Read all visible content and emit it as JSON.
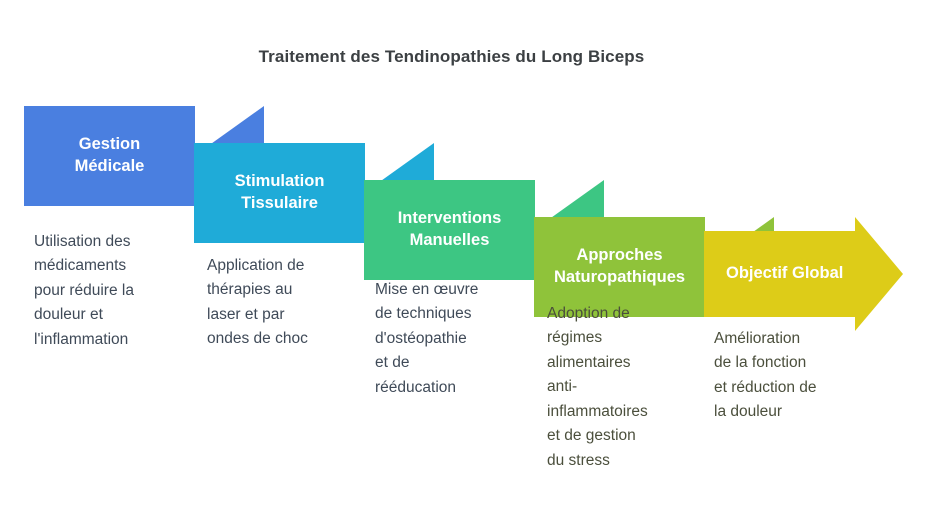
{
  "title": "Traitement des Tendinopathies du Long Biceps",
  "colors": {
    "stage1": "#4a7fe0",
    "stage2": "#1fabd8",
    "stage3": "#3dc683",
    "stage4": "#8fc33a",
    "stage5": "#ddcc18",
    "title_text": "#3c4043",
    "body_text": "#3f4a58",
    "label_text": "#ffffff",
    "background": "#ffffff"
  },
  "stages": [
    {
      "label": "Gestion\nMédicale",
      "description": "Utilisation des\nmédicaments\npour réduire la\ndouleur et\nl'inflammation",
      "color": "#4a7fe0",
      "shape": "banner"
    },
    {
      "label": "Stimulation\nTissulaire",
      "description": "Application de\nthérapies au\nlaser et par\nondes de choc",
      "color": "#1fabd8",
      "shape": "banner"
    },
    {
      "label": "Interventions\nManuelles",
      "description": "Mise en œuvre\nde techniques\nd'ostéopathie\net de\nrééducation",
      "color": "#3dc683",
      "shape": "banner"
    },
    {
      "label": "Approches\nNaturopathiques",
      "description": "Adoption de\nrégimes\nalimentaires\nanti-\ninflammatoires\net de gestion\ndu stress",
      "color": "#8fc33a",
      "shape": "banner"
    },
    {
      "label": "Objectif Global",
      "description": "Amélioration\nde la fonction\net réduction de\nla douleur",
      "color": "#ddcc18",
      "shape": "arrow"
    }
  ]
}
